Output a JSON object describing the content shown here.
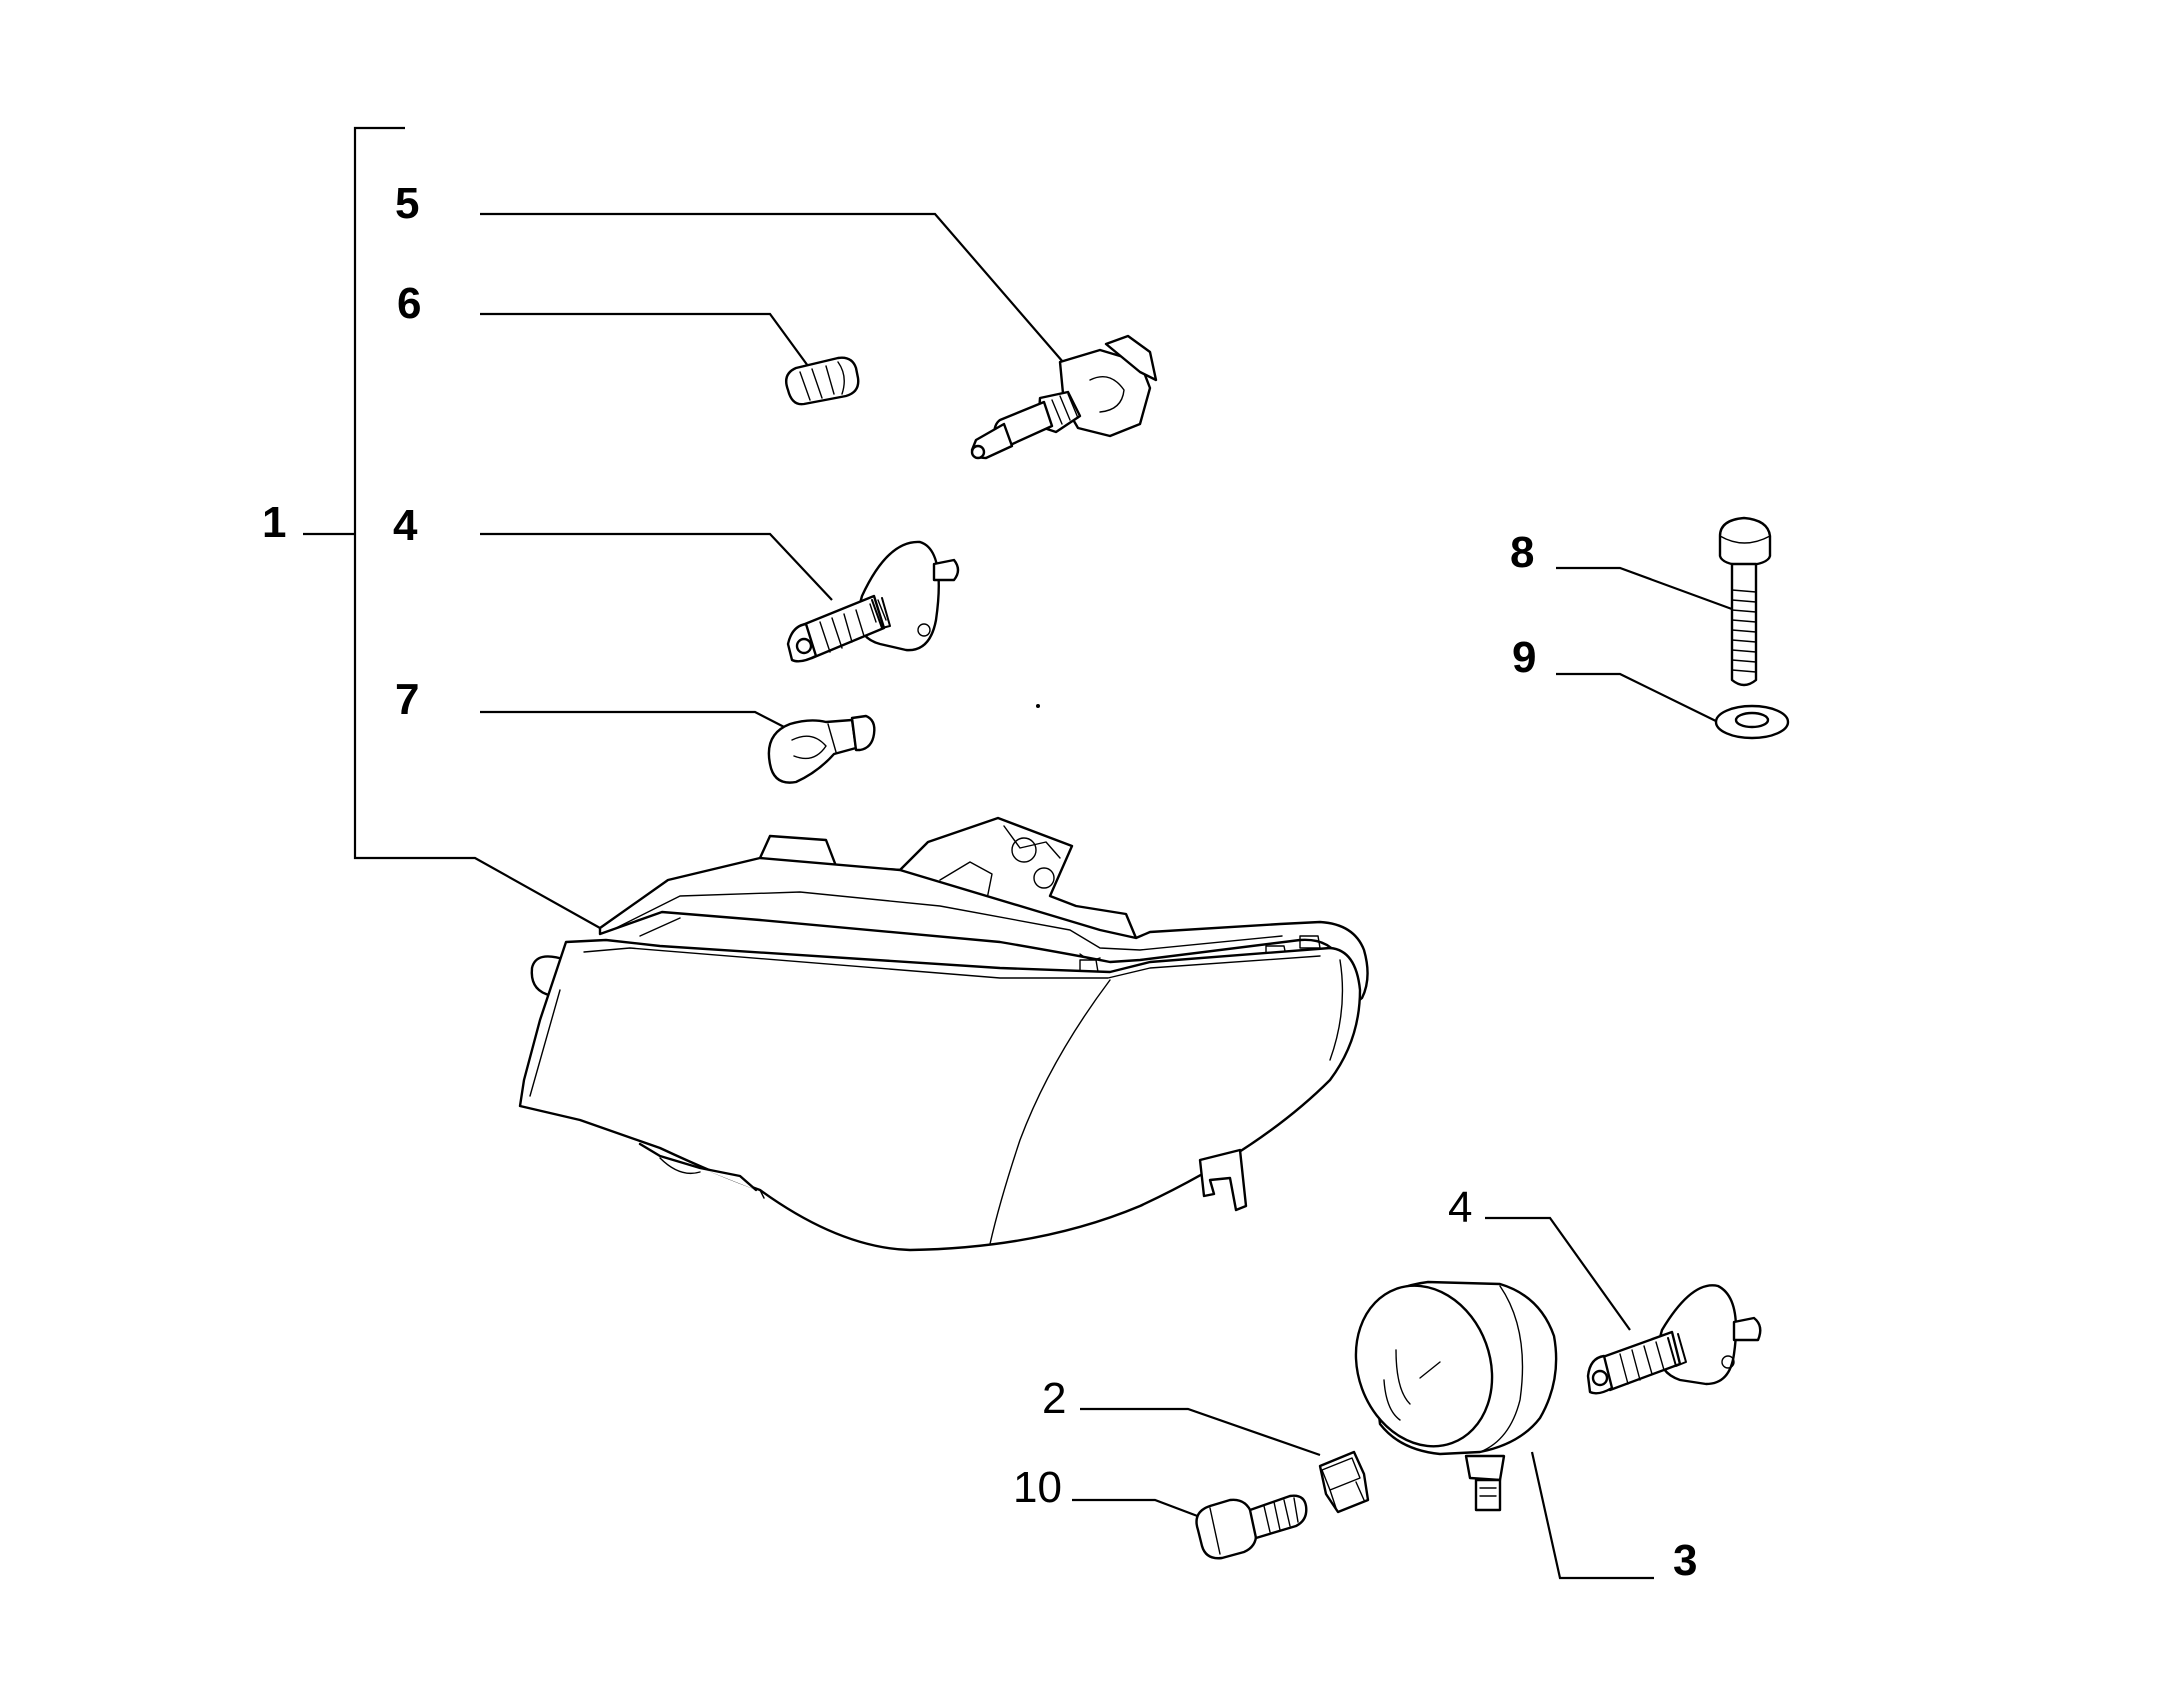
{
  "callouts": {
    "c1": "1",
    "c5": "5",
    "c6": "6",
    "c4a": "4",
    "c7": "7",
    "c8": "8",
    "c9": "9",
    "c4b": "4",
    "c2": "2",
    "c10": "10",
    "c3": "3"
  },
  "parts": {
    "headlamp": "headlamp-assembly",
    "bulb_h7": "bulb-h7",
    "bulb_w5w": "bulb-w5w",
    "bulb_h1": "bulb-h1",
    "bulb_py21w": "bulb-py21w",
    "screw": "screw",
    "washer": "washer",
    "fog_lamp": "fog-lamp",
    "clip": "clip",
    "bolt": "bolt"
  },
  "colors": {
    "line": "#000000",
    "background": "#ffffff"
  }
}
